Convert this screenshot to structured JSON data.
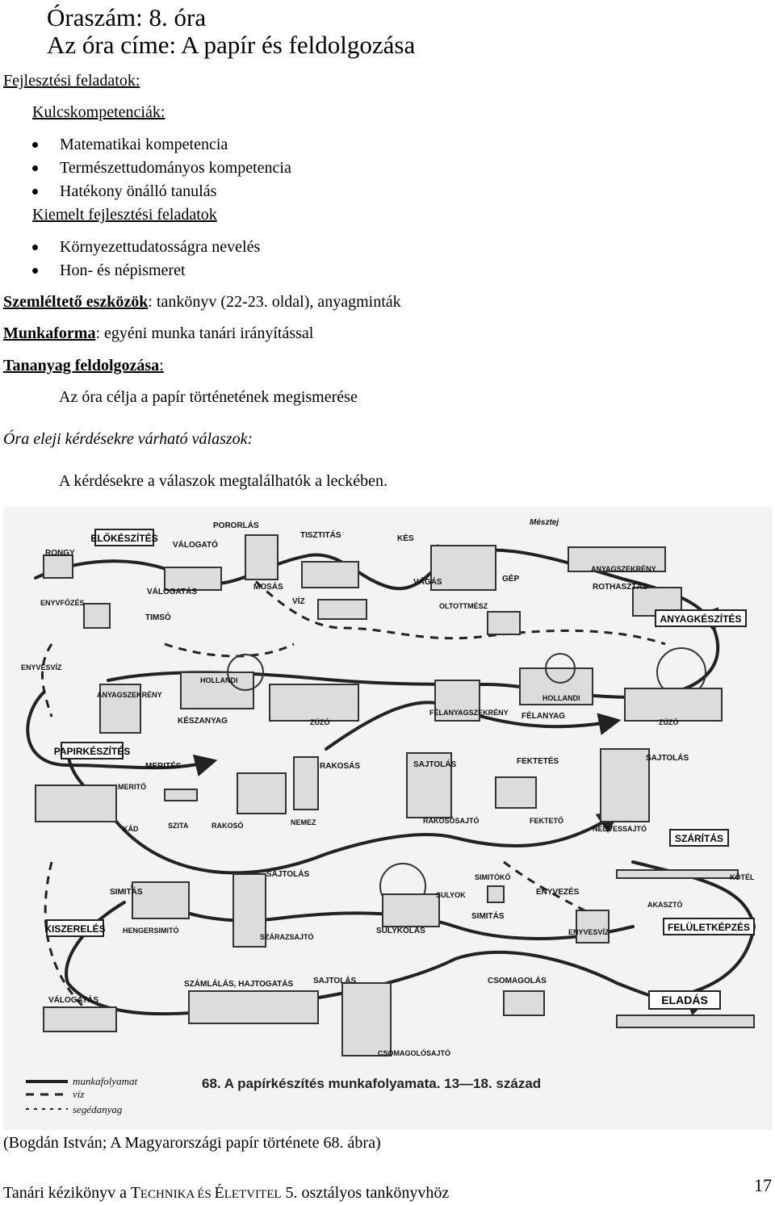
{
  "header": {
    "lesson_number": "Óraszám: 8. óra",
    "lesson_title": "Az óra címe: A papír és feldolgozása"
  },
  "development_tasks": {
    "heading": "Fejlesztési feladatok:",
    "key_competencies": {
      "heading": "Kulcskompetenciák:",
      "items": [
        "Matematikai kompetencia",
        "Természettudományos kompetencia",
        "Hatékony önálló tanulás"
      ]
    },
    "highlighted": {
      "heading": "Kiemelt fejlesztési feladatok",
      "items": [
        "Környezettudatosságra nevelés",
        "Hon- és népismeret"
      ]
    }
  },
  "tools": {
    "label": "Szemléltető eszközök",
    "value": ": tankönyv (22-23. oldal), anyagminták"
  },
  "work_form": {
    "label": "Munkaforma",
    "value": ": egyéni munka tanári irányítással"
  },
  "processing": {
    "label": "Tananyag feldolgozása",
    "colon": ":",
    "goal": "Az óra célja a papír történetének megismerése"
  },
  "answers": {
    "heading": "Óra eleji kérdésekre várható válaszok:",
    "text": "A kérdésekre a válaszok megtalálhatók a leckében."
  },
  "figure": {
    "boxed_labels": {
      "elokeszites": "ELŐKÉSZÍTÉS",
      "anyagkeszites": "ANYAGKÉSZÍTÉS",
      "papirkeszites": "PAPIRKÉSZÍTÉS",
      "szaritas": "SZÁRÍTÁS",
      "kiszereles": "KISZERELÉS",
      "feluletkepzes": "FELÜLETKÉPZÉS",
      "eladas": "ELADÁS"
    },
    "labels": {
      "porolas": "PORORLÁS",
      "rongy": "RONGY",
      "valogato": "VÁLOGATÓ",
      "valogatas": "VÁLOGATÁS",
      "tisztitas": "TISZTITÁS",
      "kes": "KÉS",
      "mesztej": "Mésztej",
      "mosas": "MOSÁS",
      "viz": "VÍZ",
      "vagas": "VÁGÁS",
      "gep": "GÉP",
      "anyagszekreny_top": "ANYAGSZEKRÉNY",
      "rothasztas": "ROTHASZTÁS",
      "enyvfozes": "ENYVFŐZÉS",
      "timso": "TIMSÓ",
      "oltottmesz": "OLTOTTMÉSZ",
      "enyvesviz_left": "ENYVESVÍZ",
      "hollandi_1": "HOLLANDI",
      "hollandi_2": "HOLLANDI",
      "anyagszekreny_mid": "ANYAGSZEKRÉNY",
      "keszanyag": "KÉSZANYAG",
      "zuzo_1": "ZÚZÓ",
      "felanyagszekreny": "FÉLANYAGSZEKRÉNY",
      "felanyag": "FÉLANYAG",
      "zuzo_2": "ZÚZÓ",
      "merites": "MERITÉS",
      "rakosas": "RAKOSÁS",
      "sajtolas_1": "SAJTOLÁS",
      "fektetes": "FEKTETÉS",
      "sajtolas_2": "SAJTOLÁS",
      "merito": "MERITŐ",
      "kad": "KÁD",
      "szita": "SZITA",
      "rakoso": "RAKOSÓ",
      "nemez": "NEMEZ",
      "rakososajto": "RAKOSÓSAJTÓ",
      "fekteto": "FEKTETŐ",
      "nedvessajto": "NEDVESSAJTÓ",
      "sajtolas_3": "SAJTOLÁS",
      "simitas_1": "SIMITÁS",
      "simito": "SIMITÓKŐ",
      "enyvezes": "ENYVEZÉS",
      "kotel": "KÖTÉL",
      "sulyok": "SULYOK",
      "akaszto": "AKASZTÓ",
      "hengersimito": "HENGERSIMITÓ",
      "szarazsajto": "SZÁRAZSAJTÓ",
      "sulykolas": "SULYKOLÁS",
      "simitas_2": "SIMITÁS",
      "enyvesviz_right": "ENYVESVÍZ",
      "szamlalas": "SZÁMLÁLÁS, HAJTOGATÁS",
      "sajtolas_4": "SAJTOLÁS",
      "csomagolas": "CSOMAGOLÁS",
      "valogatas_bottom": "VÁLOGATÁS",
      "csomagolosajto": "CSOMAGOLÓSAJTÓ"
    },
    "legend": {
      "work": "munkafolyamat",
      "water": "víz",
      "aux": "segédanyag"
    },
    "caption": "68. A papírkészítés munkafolyamata. 13—18. század"
  },
  "source": "(Bogdán István; A Magyarországi papír története 68. ábra)",
  "footer": {
    "prefix": "Tanári kézikönyv a T",
    "sc1": "ECHNIKA ÉS ",
    "mid": "É",
    "sc2": "LETVITEL",
    "suffix": " 5. osztályos tankönyvhöz",
    "page_number": "17"
  }
}
